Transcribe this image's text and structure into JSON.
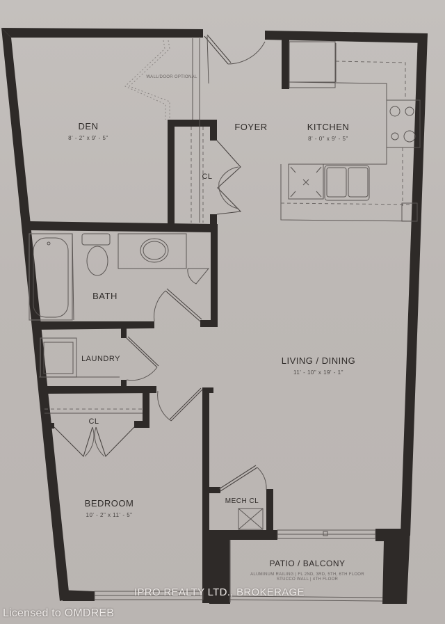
{
  "floorplan": {
    "rooms": {
      "den": {
        "name": "DEN",
        "dimensions": "8' - 2\" x 9' - 5\""
      },
      "foyer": {
        "name": "FOYER"
      },
      "kitchen": {
        "name": "KITCHEN",
        "dimensions": "8' - 0\" x 9' - 5\""
      },
      "closet_foyer": {
        "name": "CL"
      },
      "bath": {
        "name": "BATH"
      },
      "laundry": {
        "name": "LAUNDRY"
      },
      "living_dining": {
        "name": "LIVING / DINING",
        "dimensions": "11' - 10\" x 19' - 1\""
      },
      "closet_bedroom": {
        "name": "CL"
      },
      "bedroom": {
        "name": "BEDROOM",
        "dimensions": "10' - 2\" x 11' - 5\""
      },
      "mech_closet": {
        "name": "MECH CL"
      },
      "patio_balcony": {
        "name": "PATIO / BALCONY",
        "note_line1": "ALUMINUM RAILING | FL 2ND, 3RD, 5TH, 6TH FLOOR",
        "note_line2": "STUCCO WALL | 4TH FLOOR"
      }
    },
    "notes": {
      "den_wall": "WALL/DOOR OPTIONAL"
    },
    "colors": {
      "wall": "#2e2a28",
      "paper": "#bfbab7",
      "line": "#5b5654"
    }
  },
  "watermarks": {
    "brokerage": "IPRO REALTY LTD., BROKERAGE",
    "license": "Licensed to OMDREB"
  }
}
